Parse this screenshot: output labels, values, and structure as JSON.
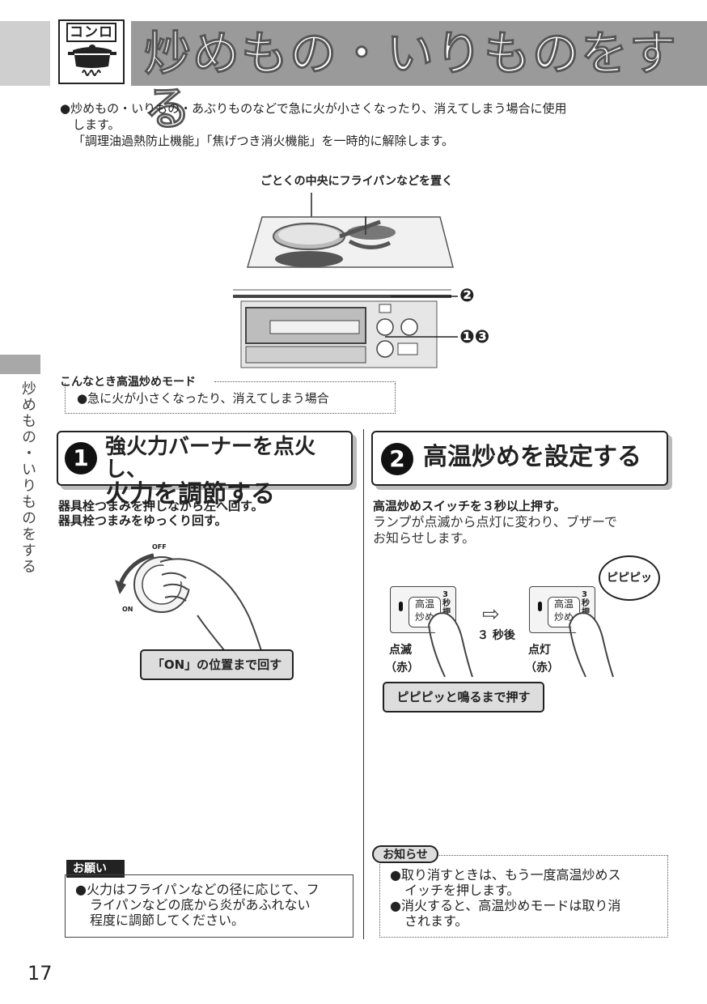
{
  "header": {
    "category_label": "コンロ",
    "title": "炒めもの・いりものをする"
  },
  "intro": {
    "line1": "●炒めもの・いりもの・あぶりものなどで急に火が小さくなったり、消えてしまう場合に使用",
    "line2": "します。",
    "line3": "「調理油過熱防止機能」「焦げつき消火機能」を一時的に解除します。"
  },
  "diagram": {
    "label": "ごとくの中央にフライパンなどを置く",
    "marker_2": "❷",
    "marker_13": "❶❸"
  },
  "sidebar": {
    "vertical_title": "炒めもの・いりものをする"
  },
  "mode_info": {
    "heading": "こんなとき高温炒めモード",
    "item": "●急に火が小さくなったり、消えてしまう場合"
  },
  "step1": {
    "number": "1",
    "title_line1": "強火力バーナーを点火し、",
    "title_line2": "火力を調節する",
    "instruction1": "器具栓つまみを押しながら左へ回す。",
    "instruction2": "器具栓つまみをゆっくり回す。",
    "knob_off": "OFF",
    "knob_on": "ON",
    "callout": "「ON」の位置まで回す"
  },
  "step2": {
    "number": "2",
    "title": "高温炒めを設定する",
    "instruction_bold": "高温炒めスイッチを３秒以上押す。",
    "instruction_line1": "ランプが点滅から点灯に変わり、ブザーで",
    "instruction_line2": "お知らせします。",
    "switch_label_top": "高温",
    "switch_label_bottom": "炒め",
    "switch_hint": "3秒押し",
    "arrow_label": "３ 秒後",
    "left_state": "点滅",
    "left_color": "（赤）",
    "right_state": "点灯",
    "right_color": "（赤）",
    "sound_bubble": "ピピピッ",
    "callout": "ピピピッと鳴るまで押す"
  },
  "request": {
    "tab": "お願い",
    "line1": "●火力はフライパンなどの径に応じて、フ",
    "line2": "ライパンなどの底から炎があふれない",
    "line3": "程度に調節してください。"
  },
  "notice": {
    "tab": "お知らせ",
    "item1_line1": "●取り消すときは、もう一度高温炒めス",
    "item1_line2": "イッチを押します。",
    "item2_line1": "●消火すると、高温炒めモードは取り消",
    "item2_line2": "されます。"
  },
  "page_number": "17"
}
